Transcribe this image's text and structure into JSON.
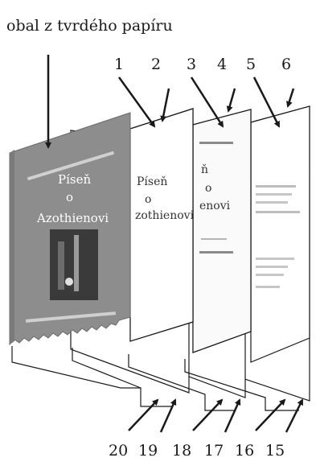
{
  "title": "obal z tvrdého papíru",
  "top_labels": [
    "1",
    "2",
    "3",
    "4",
    "5",
    "6"
  ],
  "bottom_labels": [
    "20",
    "19",
    "18",
    "17",
    "16",
    "15"
  ],
  "cover": {
    "line1": "Píseň",
    "line2": "o",
    "line3": "Azothienovi"
  },
  "page1": {
    "line1": "Píseň",
    "line2": "o",
    "line3": "zothienovi"
  },
  "page3": {
    "line1": "ň",
    "line2": "o",
    "line3": "enovi"
  },
  "colors": {
    "cover": "#8d8d8d",
    "ink": "#1a1a1a"
  }
}
